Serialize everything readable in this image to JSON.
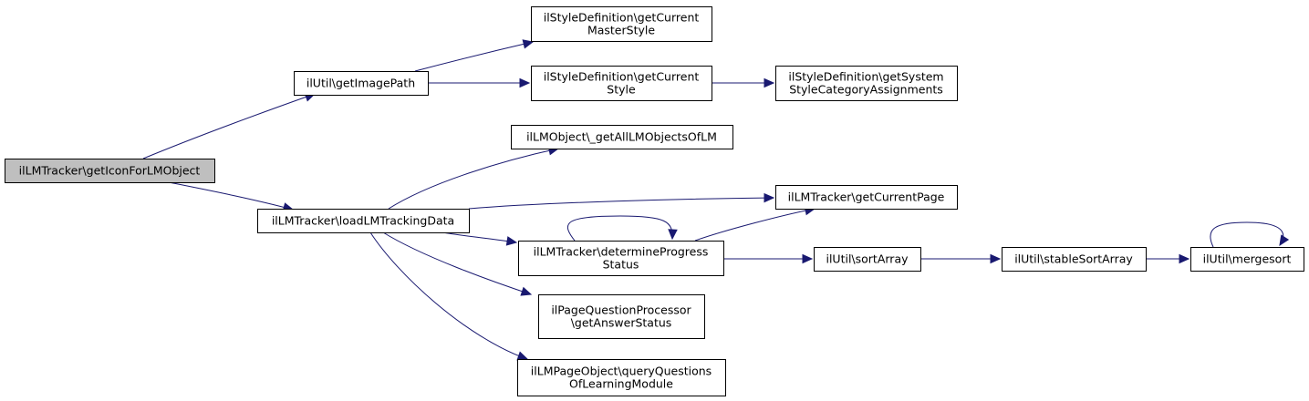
{
  "colors": {
    "edge": "#191970",
    "root_fill": "#bfbfbf",
    "node_fill": "#ffffff",
    "border": "#000000"
  },
  "nodes": [
    {
      "id": "getIconForLMObject",
      "lines": [
        "ilLMTracker\\getIconForLMObject"
      ],
      "root": true
    },
    {
      "id": "getImagePath",
      "lines": [
        "ilUtil\\getImagePath"
      ]
    },
    {
      "id": "loadLMTrackingData",
      "lines": [
        "ilLMTracker\\loadLMTrackingData"
      ]
    },
    {
      "id": "getCurrentMasterStyle",
      "lines": [
        "ilStyleDefinition\\getCurrent",
        "MasterStyle"
      ]
    },
    {
      "id": "getCurrentStyle",
      "lines": [
        "ilStyleDefinition\\getCurrent",
        "Style"
      ]
    },
    {
      "id": "getSystemStyleCategoryAssignments",
      "lines": [
        "ilStyleDefinition\\getSystem",
        "StyleCategoryAssignments"
      ]
    },
    {
      "id": "getAllLMObjectsOfLM",
      "lines": [
        "ilLMObject\\_getAllLMObjectsOfLM"
      ]
    },
    {
      "id": "getCurrentPage",
      "lines": [
        "ilLMTracker\\getCurrentPage"
      ]
    },
    {
      "id": "determineProgressStatus",
      "lines": [
        "ilLMTracker\\determineProgress",
        "Status"
      ]
    },
    {
      "id": "sortArray",
      "lines": [
        "ilUtil\\sortArray"
      ]
    },
    {
      "id": "stableSortArray",
      "lines": [
        "ilUtil\\stableSortArray"
      ]
    },
    {
      "id": "mergesort",
      "lines": [
        "ilUtil\\mergesort"
      ]
    },
    {
      "id": "getAnswerStatus",
      "lines": [
        "ilPageQuestionProcessor",
        "\\getAnswerStatus"
      ]
    },
    {
      "id": "queryQuestionsOfLearningModule",
      "lines": [
        "ilLMPageObject\\queryQuestions",
        "OfLearningModule"
      ]
    }
  ],
  "edges": [
    {
      "from": "getIconForLMObject",
      "to": "getImagePath"
    },
    {
      "from": "getIconForLMObject",
      "to": "loadLMTrackingData"
    },
    {
      "from": "getImagePath",
      "to": "getCurrentMasterStyle"
    },
    {
      "from": "getImagePath",
      "to": "getCurrentStyle"
    },
    {
      "from": "getCurrentStyle",
      "to": "getSystemStyleCategoryAssignments"
    },
    {
      "from": "loadLMTrackingData",
      "to": "getAllLMObjectsOfLM"
    },
    {
      "from": "loadLMTrackingData",
      "to": "getCurrentPage"
    },
    {
      "from": "loadLMTrackingData",
      "to": "determineProgressStatus"
    },
    {
      "from": "loadLMTrackingData",
      "to": "getAnswerStatus"
    },
    {
      "from": "loadLMTrackingData",
      "to": "queryQuestionsOfLearningModule"
    },
    {
      "from": "determineProgressStatus",
      "to": "determineProgressStatus"
    },
    {
      "from": "determineProgressStatus",
      "to": "getCurrentPage"
    },
    {
      "from": "determineProgressStatus",
      "to": "sortArray"
    },
    {
      "from": "sortArray",
      "to": "stableSortArray"
    },
    {
      "from": "stableSortArray",
      "to": "mergesort"
    },
    {
      "from": "mergesort",
      "to": "mergesort"
    }
  ]
}
